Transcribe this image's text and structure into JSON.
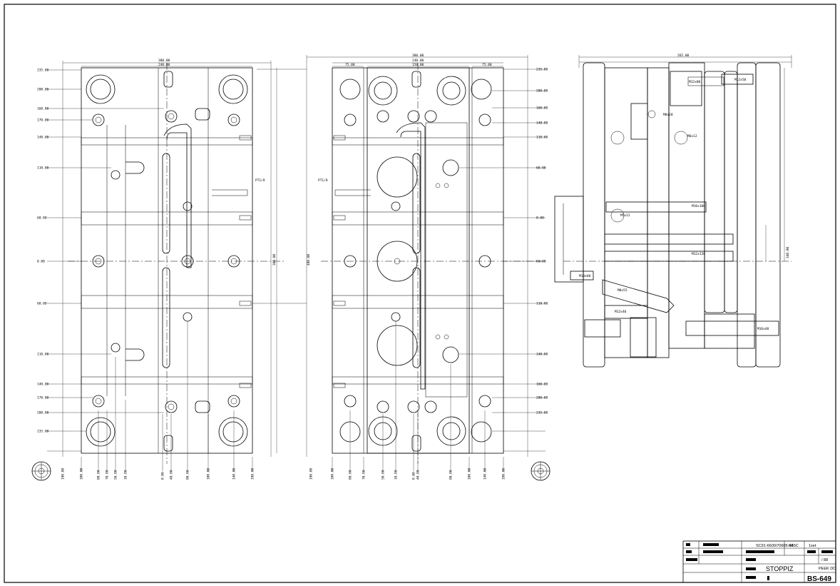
{
  "title_block": {
    "part_code": "SC91-6600/70605-44",
    "material": "S55C",
    "sheet": "1set",
    "drawn_by": "STOPPIZ",
    "drawing_no": "BS-649",
    "ref": "PEEK DO",
    "scale": "/ 88"
  },
  "left_view": {
    "overall_width_top": "380.00",
    "inner_width_top": "240.00",
    "height_side": "380.00",
    "rows_left": [
      "235.00",
      "200.00",
      "160.00",
      "170.00",
      "140.00",
      "110.00",
      "60.00",
      "0.00",
      "60.00",
      "110.00",
      "140.00",
      "170.00",
      "200.00",
      "235.00"
    ],
    "bottom_dims": [
      "190.00",
      "100.00",
      "80.00",
      "70.00",
      "50.00",
      "10.00",
      "0.00",
      "40.00",
      "80.00",
      "100.00",
      "140.00",
      "190.00"
    ],
    "note": "PT1/8"
  },
  "mid_view": {
    "overall_width_top": "380.00",
    "inner_width_top": "240.00",
    "left_seg": "75.00",
    "center_seg": "150.00",
    "right_seg": "75.00",
    "height_side": "480.00",
    "rows_right": [
      "235.00",
      "200.00",
      "160.00",
      "140.00",
      "110.00",
      "60.00",
      "0.00",
      "60.00",
      "110.00",
      "140.00",
      "160.00",
      "200.00",
      "235.00"
    ],
    "bottom_dims": [
      "190.00",
      "100.00",
      "80.00",
      "70.00",
      "50.00",
      "10.00",
      "0.00",
      "40.00",
      "80.00",
      "100.00",
      "140.00",
      "190.00"
    ],
    "note": "PT1/8"
  },
  "side_view": {
    "overall_width": "265.00",
    "height_side": "340.00",
    "labels": [
      "M12x80",
      "M12x50",
      "M16x100",
      "M8x20",
      "M12x120",
      "M6x12",
      "M5x12",
      "M12x40",
      "M16x40",
      "M10x60",
      "M8x55"
    ]
  }
}
